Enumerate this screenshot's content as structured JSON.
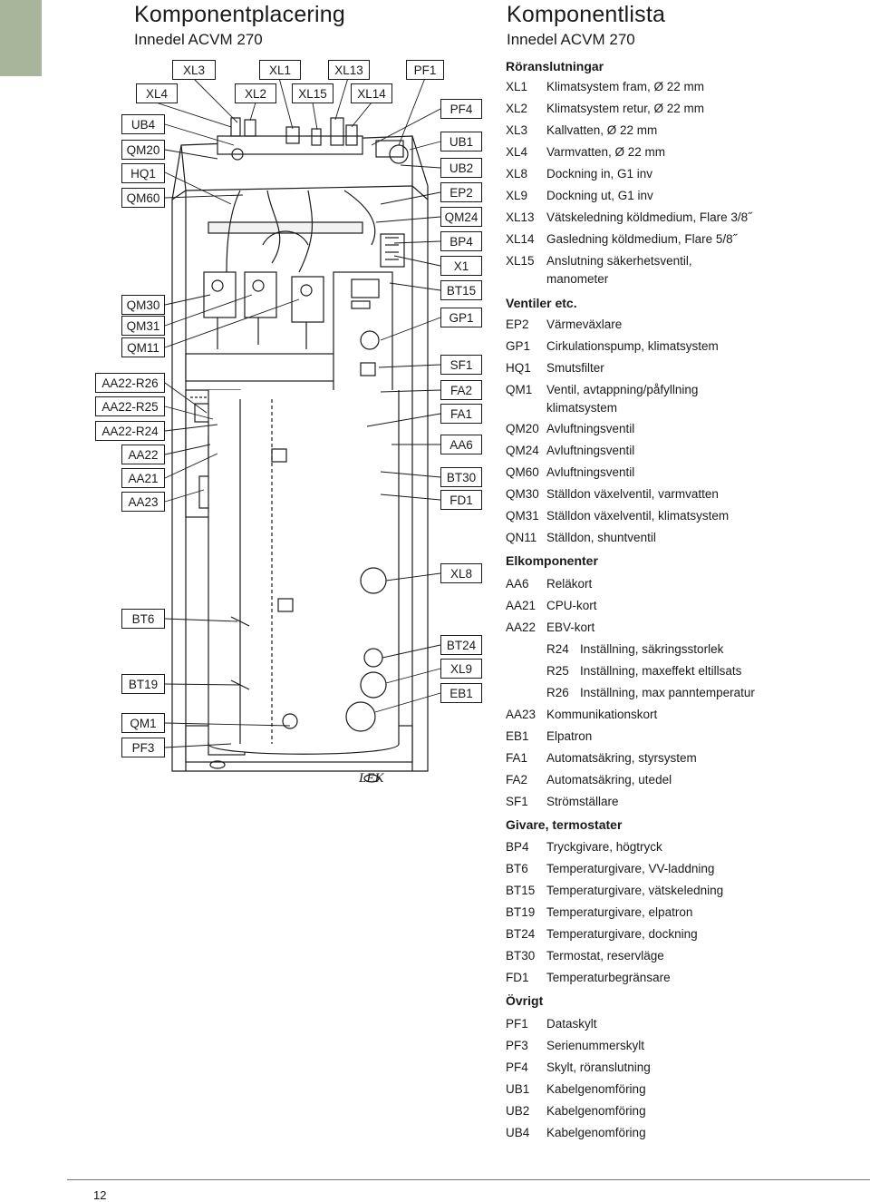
{
  "left": {
    "title": "Komponentplacering",
    "subtitle": "Innedel ACVM 270",
    "callouts": {
      "xl3": "XL3",
      "xl1": "XL1",
      "xl13": "XL13",
      "pf1": "PF1",
      "xl4": "XL4",
      "xl2": "XL2",
      "xl15": "XL15",
      "xl14": "XL14",
      "ub4": "UB4",
      "qm20": "QM20",
      "hq1": "HQ1",
      "qm60": "QM60",
      "qm30": "QM30",
      "qm31": "QM31",
      "qm11": "QM11",
      "aa22r26": "AA22-R26",
      "aa22r25": "AA22-R25",
      "aa22r24": "AA22-R24",
      "aa22": "AA22",
      "aa21": "AA21",
      "aa23": "AA23",
      "bt6": "BT6",
      "bt19": "BT19",
      "qm1": "QM1",
      "pf3": "PF3",
      "pf4": "PF4",
      "ub1": "UB1",
      "ub2": "UB2",
      "ep2": "EP2",
      "qm24": "QM24",
      "bp4": "BP4",
      "x1": "X1",
      "bt15": "BT15",
      "gp1": "GP1",
      "sf1": "SF1",
      "fa2": "FA2",
      "fa1": "FA1",
      "aa6": "AA6",
      "bt30": "BT30",
      "fd1": "FD1",
      "xl8": "XL8",
      "bt24": "BT24",
      "xl9": "XL9",
      "eb1": "EB1"
    },
    "brand": "LEK"
  },
  "right": {
    "title": "Komponentlista",
    "subtitle": "Innedel ACVM 270",
    "sections": {
      "ror": "Röranslutningar",
      "ventiler": "Ventiler etc.",
      "el": "Elkomponenter",
      "givare": "Givare, termostater",
      "ovrigt": "Övrigt"
    },
    "items": {
      "xl1": [
        "XL1",
        "Klimatsystem fram, Ø 22 mm"
      ],
      "xl2": [
        "XL2",
        "Klimatsystem retur, Ø 22 mm"
      ],
      "xl3": [
        "XL3",
        "Kallvatten, Ø 22 mm"
      ],
      "xl4": [
        "XL4",
        "Varmvatten, Ø 22 mm"
      ],
      "xl8": [
        "XL8",
        "Dockning in, G1 inv"
      ],
      "xl9": [
        "XL9",
        "Dockning ut, G1 inv"
      ],
      "xl13": [
        "XL13",
        "Vätskeledning köldmedium, Flare 3/8˝"
      ],
      "xl14": [
        "XL14",
        "Gasledning köldmedium, Flare 5/8˝"
      ],
      "xl15": [
        "XL15",
        "Anslutning säkerhetsventil,",
        "manometer"
      ],
      "ep2": [
        "EP2",
        "Värmeväxlare"
      ],
      "gp1": [
        "GP1",
        "Cirkulationspump, klimatsystem"
      ],
      "hq1": [
        "HQ1",
        "Smutsfilter"
      ],
      "qm1": [
        "QM1",
        "Ventil, avtappning/påfyllning",
        "klimatsystem"
      ],
      "qm20": [
        "QM20",
        "Avluftningsventil"
      ],
      "qm24": [
        "QM24",
        "Avluftningsventil"
      ],
      "qm60": [
        "QM60",
        "Avluftningsventil"
      ],
      "qm30": [
        "QM30",
        "Ställdon växelventil, varmvatten"
      ],
      "qm31": [
        "QM31",
        "Ställdon växelventil, klimatsystem"
      ],
      "qn11": [
        "QN11",
        "Ställdon, shuntventil"
      ],
      "aa6": [
        "AA6",
        "Reläkort"
      ],
      "aa21": [
        "AA21",
        "CPU-kort"
      ],
      "aa22": [
        "AA22",
        "EBV-kort"
      ],
      "r24": [
        "R24",
        "Inställning, säkringsstorlek"
      ],
      "r25": [
        "R25",
        "Inställning, maxeffekt eltillsats"
      ],
      "r26": [
        "R26",
        "Inställning, max panntemperatur"
      ],
      "aa23": [
        "AA23",
        "Kommunikationskort"
      ],
      "eb1": [
        "EB1",
        "Elpatron"
      ],
      "fa1": [
        "FA1",
        "Automatsäkring, styrsystem"
      ],
      "fa2": [
        "FA2",
        "Automatsäkring, utedel"
      ],
      "sf1": [
        "SF1",
        "Strömställare"
      ],
      "bp4": [
        "BP4",
        "Tryckgivare, högtryck"
      ],
      "bt6": [
        "BT6",
        "Temperaturgivare, VV-laddning"
      ],
      "bt15": [
        "BT15",
        "Temperaturgivare, vätskeledning"
      ],
      "bt19": [
        "BT19",
        "Temperaturgivare, elpatron"
      ],
      "bt24": [
        "BT24",
        "Temperaturgivare, dockning"
      ],
      "bt30": [
        "BT30",
        "Termostat, reservläge"
      ],
      "fd1": [
        "FD1",
        "Temperaturbegränsare"
      ],
      "pf1": [
        "PF1",
        "Dataskylt"
      ],
      "pf3": [
        "PF3",
        "Serienummerskylt"
      ],
      "pf4": [
        "PF4",
        "Skylt, röranslutning"
      ],
      "ub1": [
        "UB1",
        "Kabelgenomföring"
      ],
      "ub2": [
        "UB2",
        "Kabelgenomföring"
      ],
      "ub4": [
        "UB4",
        "Kabelgenomföring"
      ]
    }
  },
  "footer": {
    "page": "12"
  }
}
